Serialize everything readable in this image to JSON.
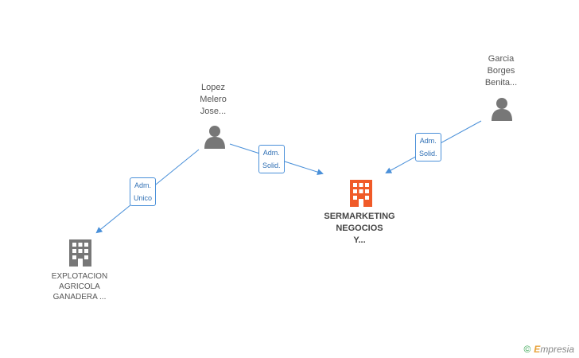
{
  "colors": {
    "edge": "#4a90d9",
    "person": "#777777",
    "company": "#777777",
    "company_main": "#f05a28",
    "brand_green": "#3aa655",
    "brand_orange": "#e8a23a"
  },
  "persons": [
    {
      "id": "lopez",
      "name": "Lopez\nMelero\nJose..."
    },
    {
      "id": "garcia",
      "name": "Garcia\nBorges\nBenita..."
    }
  ],
  "companies": [
    {
      "id": "sermarketing",
      "name": "SERMARKETING\nNEGOCIOS\nY..."
    },
    {
      "id": "explotacion",
      "name": "EXPLOTACION\nAGRICOLA\nGANADERA ..."
    }
  ],
  "edges": [
    {
      "from": "lopez",
      "to": "explotacion",
      "label": "Adm.\nUnico"
    },
    {
      "from": "lopez",
      "to": "sermarketing",
      "label": "Adm.\nSolid."
    },
    {
      "from": "garcia",
      "to": "sermarketing",
      "label": "Adm.\nSolid."
    }
  ],
  "brand": {
    "copyright": "©",
    "name": "mpresia",
    "initial": "E"
  }
}
